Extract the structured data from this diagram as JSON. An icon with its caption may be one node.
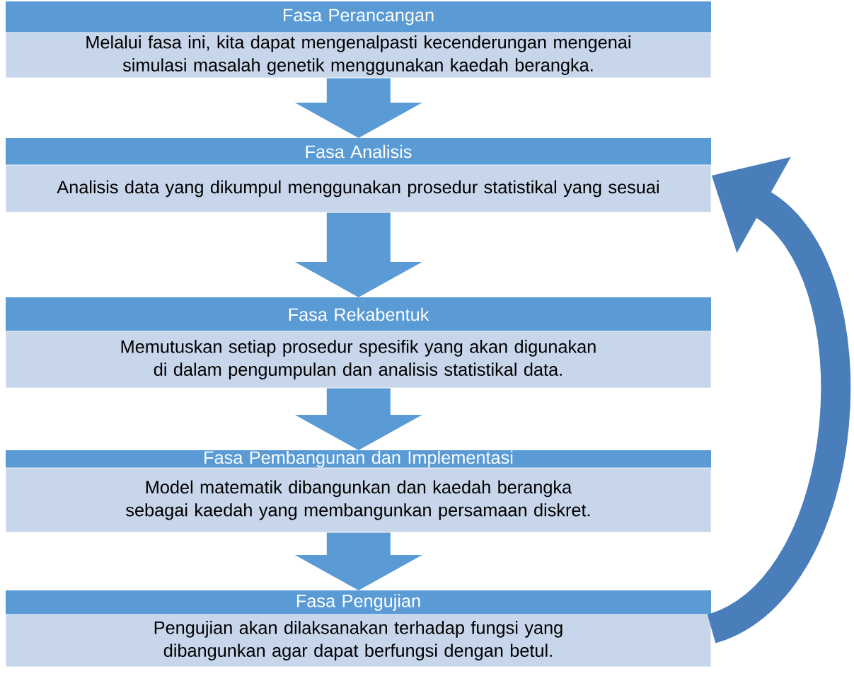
{
  "diagram": {
    "nodes": [
      {
        "text": [
          "Fasa Perancangan",
          "Melalui fasa ini, kita dapat mengenalpasti kecenderungan mengenai simulasi masalah genetik menggunakan kaedah berangka."
        ]
      },
      {
        "text": [
          "Fasa Analisis",
          "Analisis data yang dikumpul menggunakan prosedur statistikal yang sesuai"
        ]
      },
      {
        "text": [
          "Fasa Rekabentuk",
          "Memutuskan setiap prosedur spesifik yang akan digunakan di dalam pengumpulan dan analisis statistikal data."
        ]
      },
      {
        "text": [
          "Fasa Pembangunan dan Implementasi",
          "Model matematik dibangunkan dan kaedah berangka sebagai kaedah yang membangunkan persamaan diskret."
        ]
      },
      {
        "text": [
          "Fasa Pengujian",
          "Pengujian akan dilaksanakan terhadap fungsi yang dibangunkan agar dapat berfungsi dengan betul."
        ]
      }
    ],
    "edges": [
      {
        "from": 0,
        "to": 1,
        "arrow": "to"
      },
      {
        "from": 1,
        "to": 2,
        "arrow": "to"
      },
      {
        "from": 2,
        "to": 3,
        "arrow": "to"
      },
      {
        "from": 3,
        "to": 4,
        "arrow": "to"
      },
      {
        "from": 4,
        "to": 1,
        "arrow": "to",
        "color": "#4a7ebb"
      }
    ]
  }
}
